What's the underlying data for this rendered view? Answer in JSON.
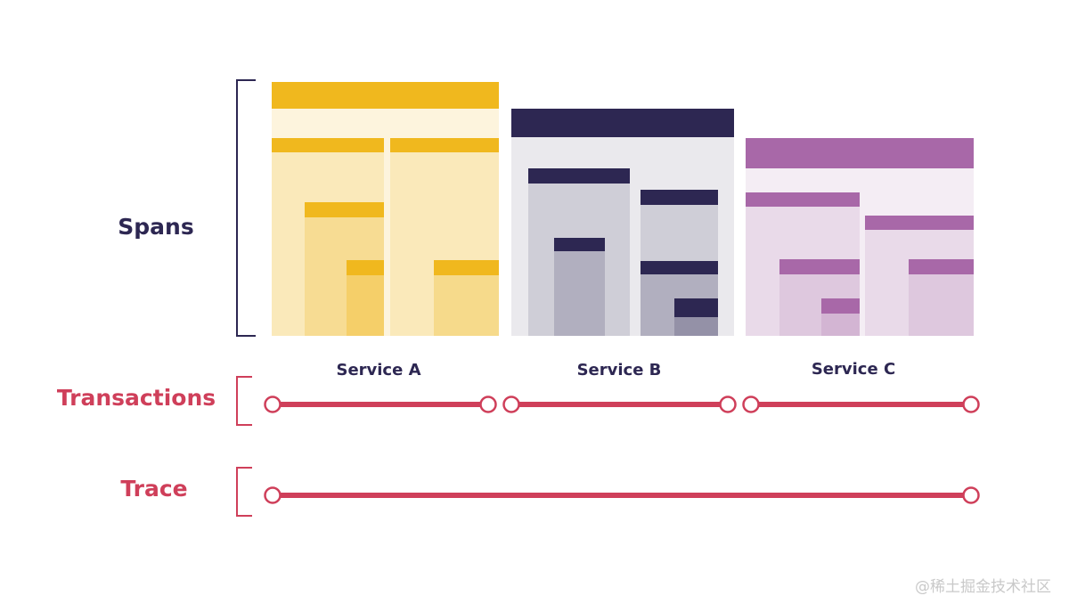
{
  "labels": {
    "spans": "Spans",
    "transactions": "Transactions",
    "trace": "Trace"
  },
  "services": [
    {
      "name": "Service A"
    },
    {
      "name": "Service B"
    },
    {
      "name": "Service C"
    }
  ],
  "watermark": "@稀土掘金技术社区",
  "colors": {
    "service_a": "#f0b81e",
    "service_b": "#2d2752",
    "service_c": "#a868a8",
    "transaction_line": "#cf3f5a",
    "spans_bracket": "#2d2752",
    "label_dark": "#2d2752",
    "label_red": "#cf3f5a"
  }
}
